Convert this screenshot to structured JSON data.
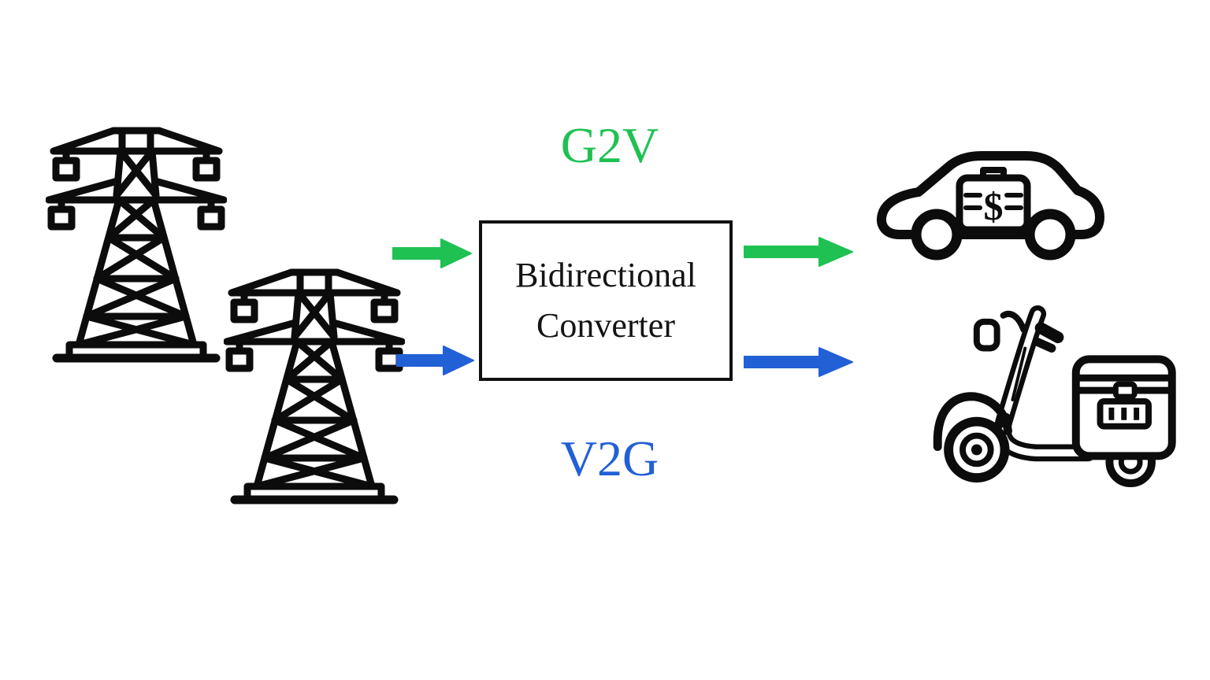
{
  "diagram": {
    "g2v_label": "G2V",
    "v2g_label": "V2G",
    "converter": {
      "line1": "Bidirectional",
      "line2": "Converter"
    },
    "car_battery_symbol": "$",
    "colors": {
      "g2v_green": "#1fc152",
      "v2g_blue": "#2260d6",
      "line_black": "#0c0c0c",
      "background": "#ffffff"
    },
    "icons": {
      "left": [
        "transmission-tower-icon",
        "transmission-tower-icon"
      ],
      "right_top": "electric-car-icon",
      "right_bottom": "electric-scooter-icon"
    },
    "flows": [
      {
        "name": "g2v-into-converter",
        "color": "green",
        "direction": "right"
      },
      {
        "name": "g2v-out-of-converter",
        "color": "green",
        "direction": "right"
      },
      {
        "name": "v2g-into-converter",
        "color": "blue",
        "direction": "right"
      },
      {
        "name": "v2g-out-of-converter",
        "color": "blue",
        "direction": "right"
      }
    ]
  }
}
